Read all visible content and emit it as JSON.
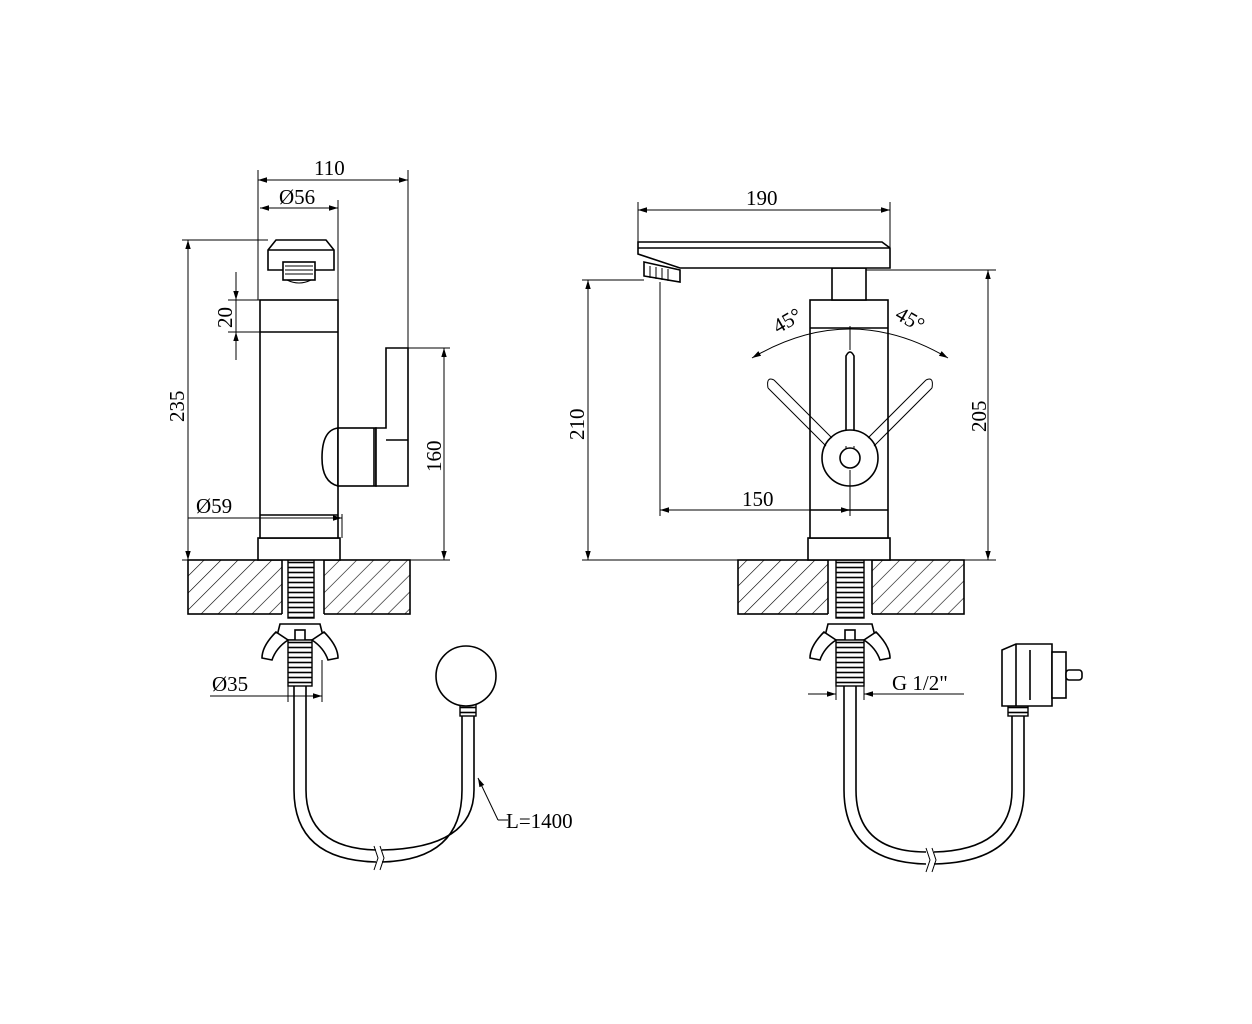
{
  "colors": {
    "line": "#000000",
    "background": "#ffffff"
  },
  "left_view": {
    "dims": {
      "width_total": "110",
      "head_diameter": "Ø56",
      "height_total": "235",
      "collar_height": "20",
      "lever_height": "160",
      "body_diameter": "Ø59",
      "shank_diameter": "Ø35"
    },
    "cable_length": "L=1400"
  },
  "right_view": {
    "dims": {
      "spout_length": "190",
      "height_to_outlet": "210",
      "height_body": "205",
      "reach": "150",
      "angle_left": "45°",
      "angle_right": "45°",
      "connection_thread": "G 1/2\""
    }
  }
}
